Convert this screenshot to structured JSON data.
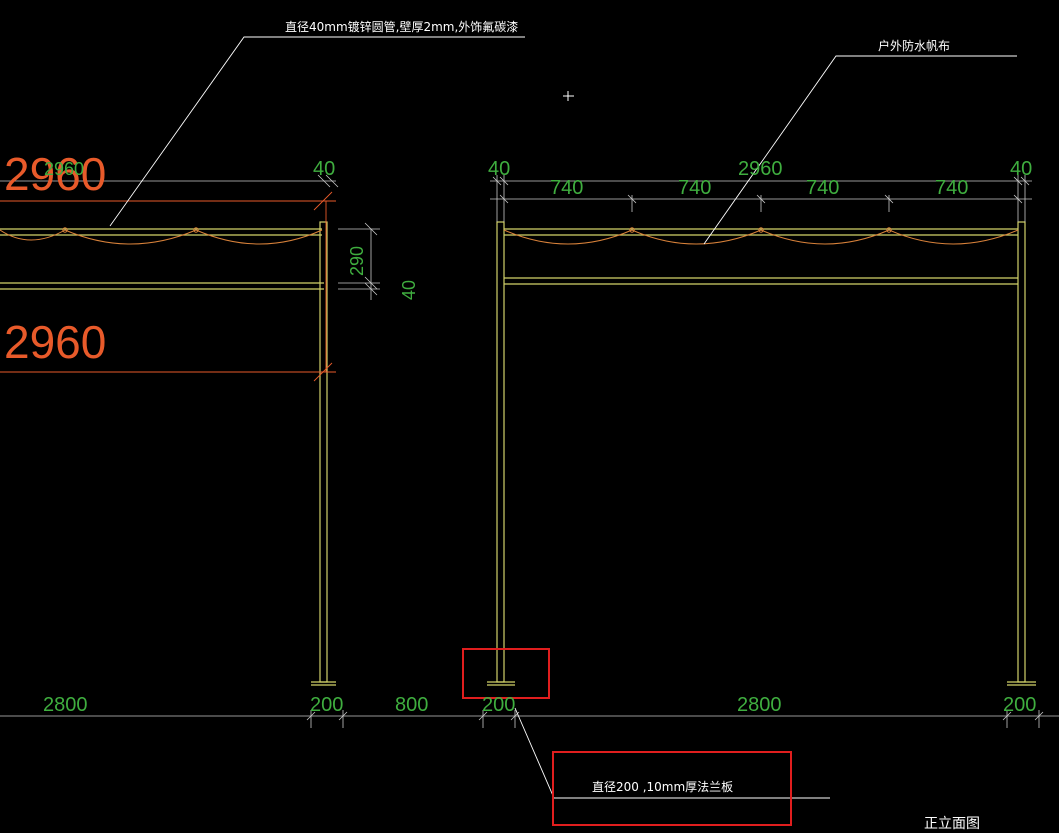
{
  "colors": {
    "background": "#000000",
    "structure": "#d2d26a",
    "dimension_text": "#3fae3f",
    "dimension_line": "#c8c8c8",
    "fabric": "#d9823a",
    "large_dims": "#e85a2a",
    "leader": "#ffffff",
    "highlight": "#e01e1e"
  },
  "annotations": {
    "pipe_note": "直径40mm镀锌圆管,壁厚2mm,外饰氟碳漆",
    "fabric_note": "户外防水帆布",
    "flange_note": "直径200 ,10mm厚法兰板",
    "view_title": "正立面图"
  },
  "dimensions": {
    "left_top_40": "40",
    "left_large_top": "2960",
    "left_small_top": "2960",
    "left_large_bottom": "2960",
    "vertical_290": "290",
    "vertical_40": "40",
    "right_left_40": "40",
    "right_total": "2960",
    "right_40_right": "40",
    "bay_1": "740",
    "bay_2": "740",
    "bay_3": "740",
    "bay_4": "740",
    "bottom_2800_left": "2800",
    "bottom_200_a": "200",
    "bottom_800": "800",
    "bottom_200_b": "200",
    "bottom_2800_right": "2800",
    "bottom_200_c": "200"
  },
  "icons": {
    "cursor": "crosshair-cursor-icon"
  }
}
